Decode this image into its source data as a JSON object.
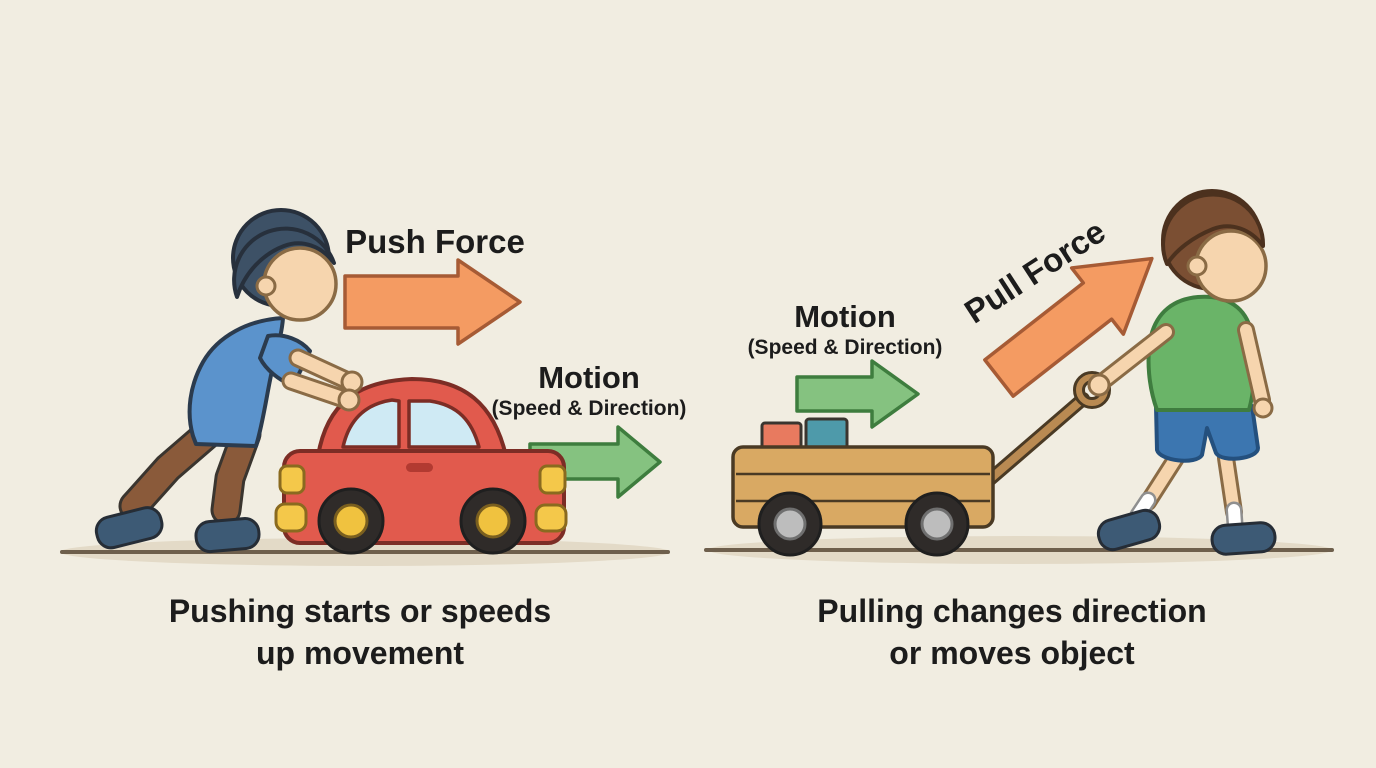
{
  "diagram_title": "push-and-pull-forces-diagram",
  "palette": {
    "background": "#f1ede1",
    "ink": "#1c1c1c",
    "outline": "#3a352f",
    "force_arrow": "#f49b62",
    "force_arrow_outline": "#a65b35",
    "motion_arrow": "#85c280",
    "motion_arrow_outline": "#3e7d3e",
    "ground_line": "#6e5f4c",
    "ground_shadow": "#e3dac7",
    "car_body": "#e15a4d",
    "car_outline": "#7c2d25",
    "car_window": "#cfeaf4",
    "car_trim": "#f4c84a",
    "wagon_body": "#d9a963",
    "wagon_outline": "#4a3a24",
    "handle_tan": "#b98a52",
    "block_red": "#e87a5f",
    "block_teal": "#4e9aaa",
    "skin": "#f6d5ae",
    "push_boy_shirt": "#5b93cc",
    "push_boy_pants": "#8a5a3a",
    "push_boy_hair": "#3d5166",
    "pull_boy_shirt": "#6ab468",
    "pull_boy_shorts": "#3c76b0",
    "pull_boy_hair": "#7b4f33",
    "shoe": "#3d5a75",
    "wheel_dark": "#2f2b29",
    "hub_yellow": "#f0c23f",
    "hub_gray": "#bdbdbd"
  },
  "left_scene": {
    "figure": "boy-pushing-red-car",
    "force_label": "Push Force",
    "motion_label": "Motion",
    "motion_sublabel": "(Speed & Direction)",
    "caption_line1": "Pushing starts or speeds",
    "caption_line2": "up movement"
  },
  "right_scene": {
    "figure": "boy-pulling-wooden-wagon",
    "force_label": "Pull Force",
    "motion_label": "Motion",
    "motion_sublabel": "(Speed & Direction)",
    "caption_line1": "Pulling changes direction",
    "caption_line2": "or moves object"
  }
}
